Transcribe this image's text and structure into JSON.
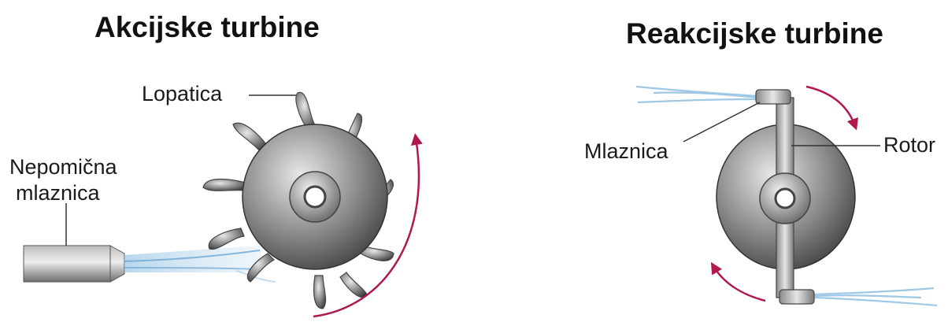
{
  "impulse": {
    "title": "Akcijske turbine",
    "label_blade": "Lopatica",
    "label_nozzle_line1": "Nepomična",
    "label_nozzle_line2": "mlaznica"
  },
  "reaction": {
    "title": "Reakcijske turbine",
    "label_nozzle": "Mlaznica",
    "label_rotor": "Rotor"
  },
  "colors": {
    "arrow": "#b01850",
    "water_jet": "#7fb4d8",
    "metal_dark": "#4a4a4a",
    "metal_light": "#d8d8d8"
  }
}
